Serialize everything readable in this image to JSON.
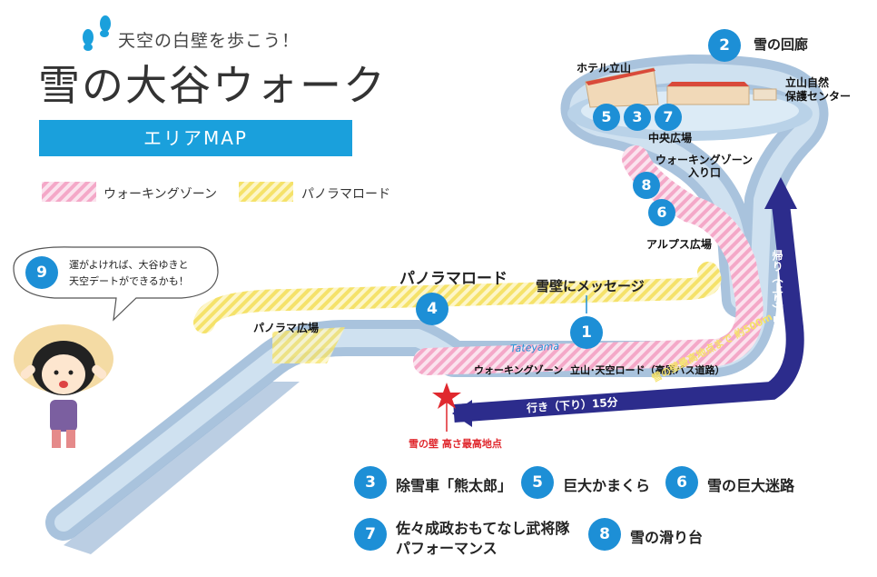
{
  "header": {
    "subtitle": "天空の白壁を歩こう！",
    "title": "雪の大谷ウォーク",
    "area_map": "エリアMAP"
  },
  "legend": {
    "walking_zone": "ウォーキングゾーン",
    "panorama_road": "パノラマロード"
  },
  "map": {
    "hotel": "ホテル立山",
    "nature_center": "立山自然\n保護センター",
    "nature_center_l1": "立山自然",
    "nature_center_l2": "保護センター",
    "central_plaza": "中央広場",
    "walking_entrance_l1": "ウォーキングゾーン",
    "walking_entrance_l2": "入り口",
    "alps_plaza": "アルプス広場",
    "panorama_plaza": "パノラマ広場",
    "panorama_road_label": "パノラマロード",
    "message_label": "雪壁にメッセージ",
    "tateyama_script": "Tateyama",
    "walking_zone_road": "ウォーキングゾーン",
    "alpine_road": "立山･天空ロード（高原バス道路）",
    "return_label": "帰り（上り）20分",
    "go_label": "行き（下り）15分",
    "distance_label": "雪の壁最高地点まで 約500m",
    "highest_point": "雪の壁 高さ最高地点",
    "snow_corridor_label": "雪の回廊",
    "nums": [
      "1",
      "2",
      "3",
      "4",
      "5",
      "6",
      "7",
      "8",
      "9"
    ]
  },
  "speech": {
    "line1": "運がよければ、大谷ゆきと",
    "line2": "天空デートができるかも！"
  },
  "key": {
    "item3": "除雪車「熊太郎」",
    "item5": "巨大かまくら",
    "item6": "雪の巨大迷路",
    "item7_l1": "佐々成政おもてなし武将隊",
    "item7_l2": "パフォーマンス",
    "item8": "雪の滑り台"
  },
  "colors": {
    "accent_blue": "#1d8fd6",
    "area_map_bg": "#1aa0dc",
    "road_navy": "#2c2c8c",
    "highest_red": "#e0282e",
    "walking_pink": "#f4a8c8",
    "panorama_yellow": "#f5e26a"
  }
}
